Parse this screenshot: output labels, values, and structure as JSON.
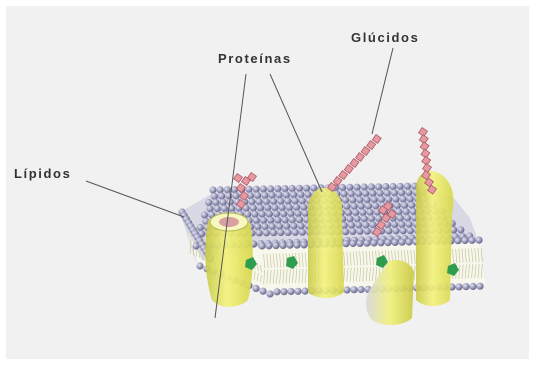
{
  "labels": {
    "lipidos": "Lípidos",
    "proteinas": "Proteínas",
    "glucidos": "Glúcidos"
  },
  "colors": {
    "background": "#f1f1f1",
    "phospholipid_head": "#8f8fb2",
    "protein": "#e8e85a",
    "glycan_chain": "#e59aa2",
    "cholesterol": "#2f9d4e",
    "leader_line": "#555555"
  }
}
